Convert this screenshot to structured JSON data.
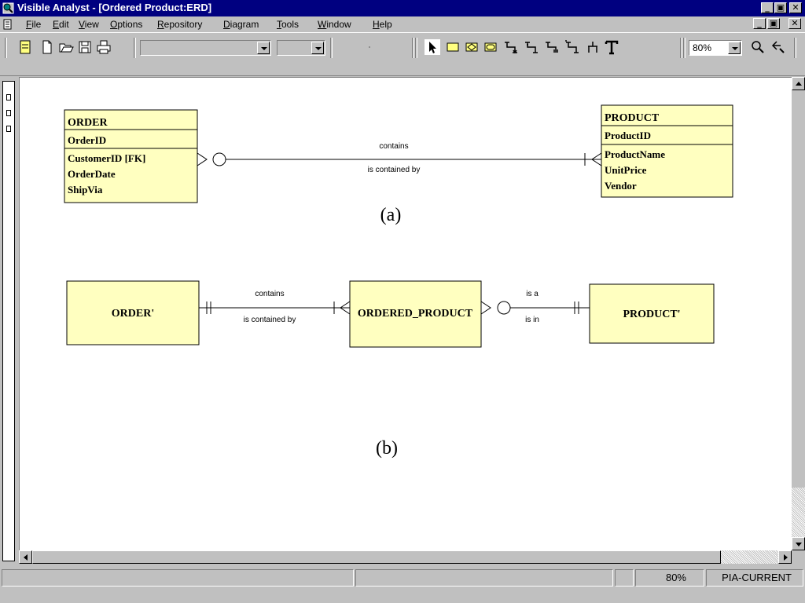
{
  "window": {
    "title": "Visible Analyst - [Ordered Product:ERD]"
  },
  "menu": {
    "items": [
      {
        "label": "File",
        "ul": "F",
        "rest": "ile"
      },
      {
        "label": "Edit",
        "ul": "E",
        "rest": "dit"
      },
      {
        "label": "View",
        "ul": "V",
        "rest": "iew"
      },
      {
        "label": "Options",
        "ul": "O",
        "rest": "ptions"
      },
      {
        "label": "Repository",
        "ul": "R",
        "rest": "epository"
      },
      {
        "label": "Diagram",
        "ul": "D",
        "rest": "iagram"
      },
      {
        "label": "Tools",
        "ul": "T",
        "rest": "ools"
      },
      {
        "label": "Window",
        "ul": "W",
        "rest": "indow"
      },
      {
        "label": "Help",
        "ul": "H",
        "rest": "elp"
      }
    ]
  },
  "toolbar": {
    "zoom_value": "80%"
  },
  "diagram_a": {
    "caption": "(a)",
    "order": {
      "name": "ORDER",
      "key": "OrderID",
      "attrs": [
        "CustomerID [FK]",
        "OrderDate",
        "ShipVia"
      ]
    },
    "product": {
      "name": "PRODUCT",
      "key": "ProductID",
      "attrs": [
        "ProductName",
        "UnitPrice",
        "Vendor"
      ]
    },
    "rel_top": "contains",
    "rel_bottom": "is contained by"
  },
  "diagram_b": {
    "caption": "(b)",
    "order": "ORDER'",
    "ordered_product": "ORDERED_PRODUCT",
    "product": "PRODUCT'",
    "rel1_top": "contains",
    "rel1_bottom": "is contained by",
    "rel2_top": "is a",
    "rel2_bottom": "is in"
  },
  "status": {
    "zoom": "80%",
    "mode": "PIA-CURRENT"
  },
  "colors": {
    "title_bar": "#000080",
    "entity_fill": "#ffffc0",
    "chrome": "#c0c0c0"
  }
}
